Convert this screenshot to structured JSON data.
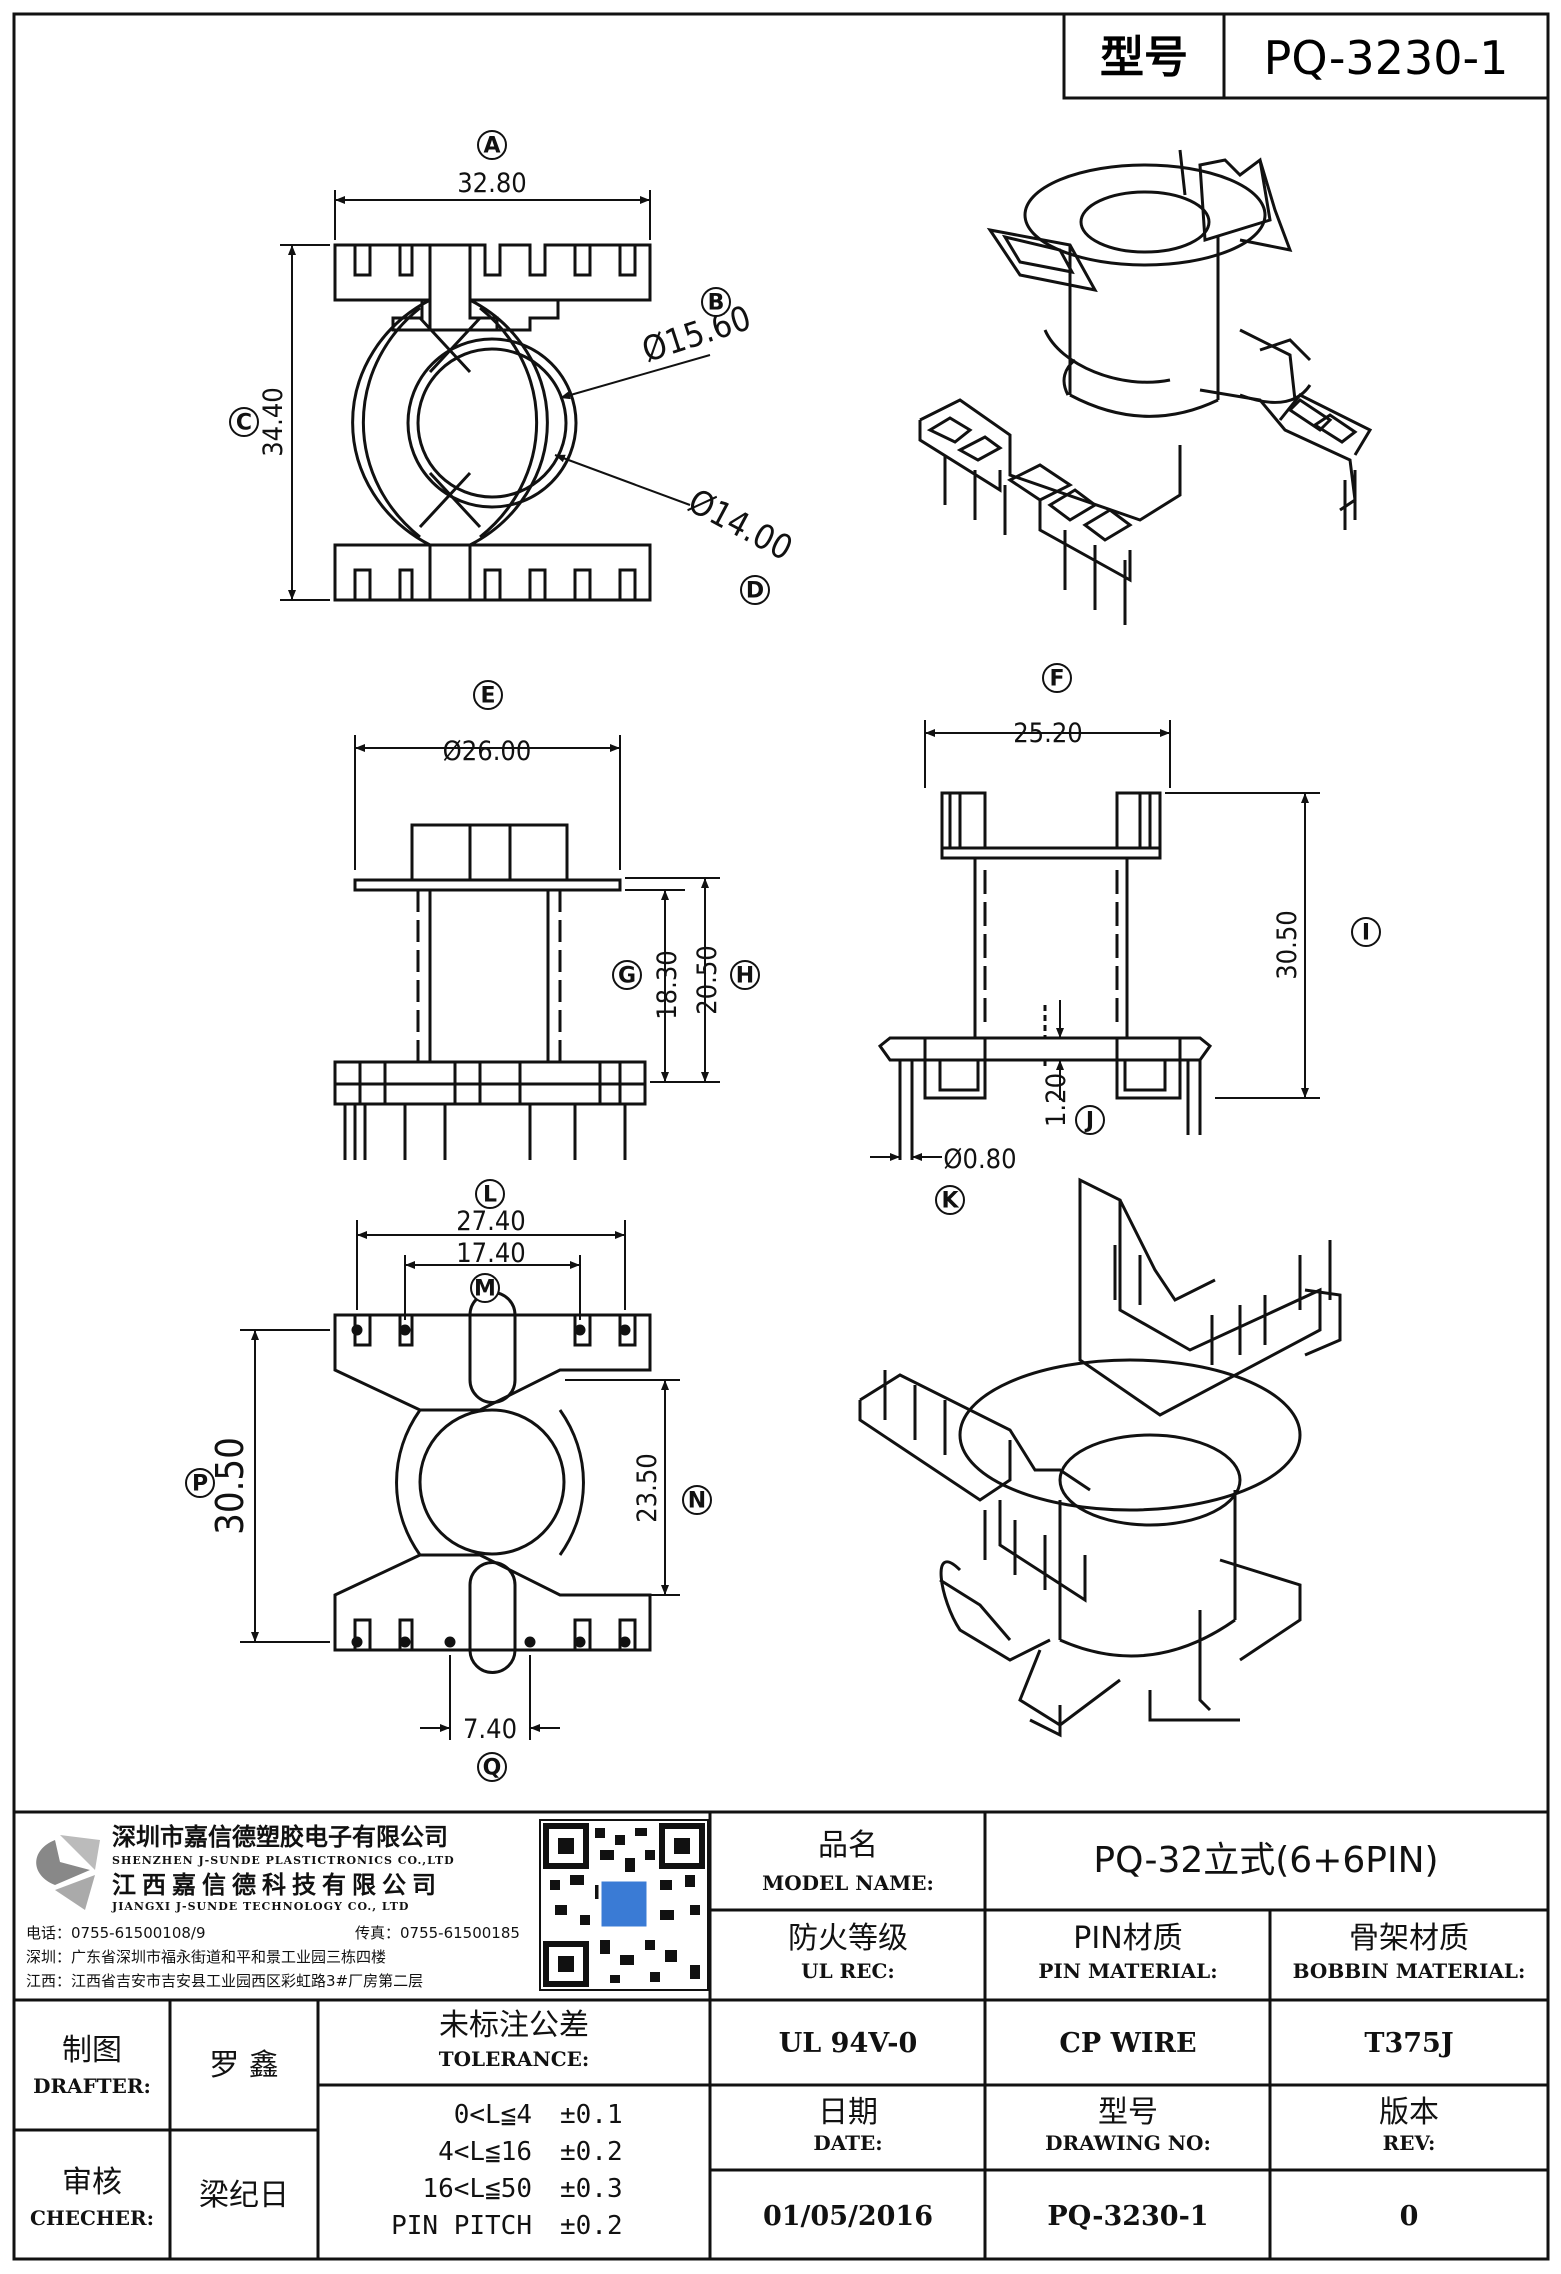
{
  "header": {
    "model_label": "型号",
    "model_value": "PQ-3230-1"
  },
  "views": {
    "top": {
      "markers": {
        "A": "A",
        "B": "B",
        "C": "C",
        "D": "D"
      },
      "dims": {
        "width": "32.80",
        "height": "34.40",
        "dia_outer": "Ø15.60",
        "dia_inner": "Ø14.00"
      }
    },
    "front": {
      "markers": {
        "E": "E",
        "G": "G",
        "H": "H"
      },
      "dims": {
        "flange_dia": "Ø26.00",
        "winding_height": "18.30",
        "overall_height": "20.50"
      }
    },
    "side": {
      "markers": {
        "F": "F",
        "I": "I",
        "J": "J",
        "K": "K"
      },
      "dims": {
        "width": "25.20",
        "height": "30.50",
        "base_thickness": "1.20",
        "pin_dia": "Ø0.80"
      }
    },
    "bottom": {
      "markers": {
        "L": "L",
        "M": "M",
        "N": "N",
        "P": "P",
        "Q": "Q"
      },
      "dims": {
        "outer_pin_span": "27.40",
        "inner_pin_span": "17.40",
        "height": "30.50",
        "inner_height": "23.50",
        "pin_pitch": "7.40"
      }
    }
  },
  "company": {
    "name_cn_1": "深圳市嘉信德塑胶电子有限公司",
    "name_en_1": "SHENZHEN J-SUNDE PLASTICTRONICS CO.,LTD",
    "name_cn_2": "江西嘉信德科技有限公司",
    "name_en_2": "JIANGXI J-SUNDE TECHNOLOGY CO., LTD",
    "phone": "电话：0755-61500108/9",
    "fax": "传真：0755-61500185",
    "addr_sz": "深圳：广东省深圳市福永街道和平和景工业园三栋四楼",
    "addr_jx": "江西：江西省吉安市吉安县工业园西区彩虹路3#厂房第二层"
  },
  "title_block": {
    "model_name_cn": "品名",
    "model_name_en": "MODEL NAME:",
    "model_name_value": "PQ-32立式(6+6PIN)",
    "ul_cn": "防火等级",
    "ul_en": "UL REC:",
    "ul_value": "UL 94V-0",
    "pin_mat_cn": "PIN材质",
    "pin_mat_en": "PIN MATERIAL:",
    "pin_mat_value": "CP WIRE",
    "bobbin_mat_cn": "骨架材质",
    "bobbin_mat_en": "BOBBIN MATERIAL:",
    "bobbin_mat_value": "T375J",
    "drafter_cn": "制图",
    "drafter_en": "DRAFTER:",
    "drafter_value": "罗  鑫",
    "checker_cn": "审核",
    "checker_en": "CHECHER:",
    "checker_value": "梁纪日",
    "tolerance_cn": "未标注公差",
    "tolerance_en": "TOLERANCE:",
    "tolerance_rows": [
      {
        "range": "0<L≦4",
        "value": "±0.1"
      },
      {
        "range": "4<L≦16",
        "value": "±0.2"
      },
      {
        "range": "16<L≦50",
        "value": "±0.3"
      },
      {
        "range": "PIN PITCH",
        "value": "±0.2"
      }
    ],
    "date_cn": "日期",
    "date_en": "DATE:",
    "date_value": "01/05/2016",
    "drawing_no_cn": "型号",
    "drawing_no_en": "DRAWING NO:",
    "drawing_no_value": "PQ-3230-1",
    "rev_cn": "版本",
    "rev_en": "REV:",
    "rev_value": "0"
  }
}
